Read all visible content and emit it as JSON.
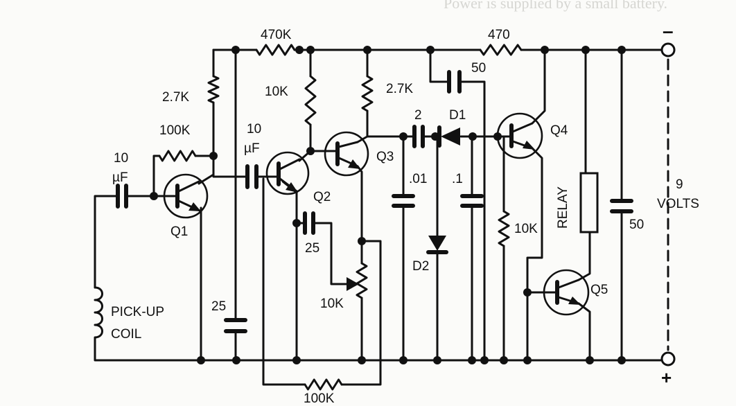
{
  "background_text": "Power is supplied by a small battery.",
  "labels": {
    "r_470k": "470K",
    "r_470": "470",
    "r_2_7k_left": "2.7K",
    "r_10k_top": "10K",
    "r_2_7k_right": "2.7K",
    "c_50_top": "50",
    "r_100k_top": "100K",
    "c_10uf_mid_value": "10",
    "c_10uf_mid_unit": "µF",
    "c_10uf_in_value": "10",
    "c_10uf_in_unit": "µF",
    "c_2": "2",
    "d1": "D1",
    "q1": "Q1",
    "q2": "Q2",
    "q3": "Q3",
    "q4": "Q4",
    "q5": "Q5",
    "c_01": ".01",
    "c_1": ".1",
    "c_25_emitter": "25",
    "d2": "D2",
    "r_10k_q4": "10K",
    "pot_10k": "10K",
    "coil_line1": "PICK-UP",
    "coil_line2": "COIL",
    "c_25_left": "25",
    "c_50_right": "50",
    "relay": "RELAY",
    "supply_value": "9",
    "supply_unit": "VOLTS",
    "r_100k_bottom": "100K",
    "minus": "–",
    "plus": "+"
  }
}
